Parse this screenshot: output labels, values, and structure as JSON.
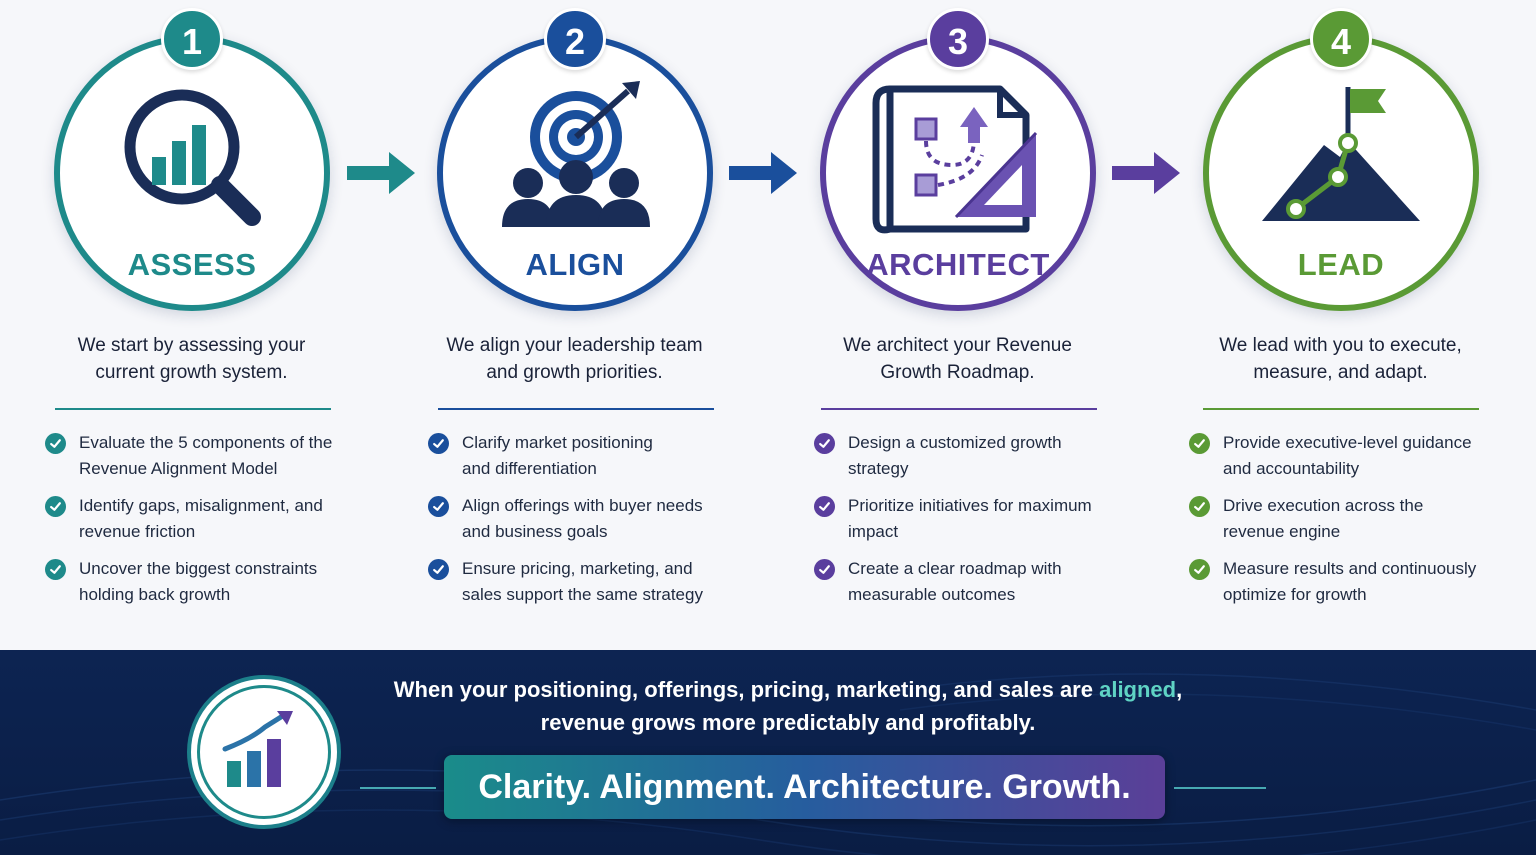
{
  "colors": {
    "teal": "#1e8a8a",
    "blue": "#1a4f9c",
    "purple": "#5a3e9e",
    "green": "#5a9a35",
    "navy": "#0d2452"
  },
  "steps": [
    {
      "number": "1",
      "title": "ASSESS",
      "icon": "magnifier-bar-chart-icon",
      "description_line1": "We start by assessing your",
      "description_line2": "current growth system.",
      "bullets": [
        {
          "line1": "Evaluate the 5 components of the",
          "line2": "Revenue Alignment Model"
        },
        {
          "line1": "Identify gaps, misalignment, and",
          "line2": "revenue friction"
        },
        {
          "line1": "Uncover the biggest constraints",
          "line2": "holding back growth"
        }
      ]
    },
    {
      "number": "2",
      "title": "ALIGN",
      "icon": "target-team-icon",
      "description_line1": "We align your leadership team",
      "description_line2": "and growth priorities.",
      "bullets": [
        {
          "line1": "Clarify market positioning",
          "line2": "and differentiation"
        },
        {
          "line1": "Align offerings with buyer needs",
          "line2": "and business goals"
        },
        {
          "line1": "Ensure pricing, marketing, and",
          "line2": "sales support the same strategy"
        }
      ]
    },
    {
      "number": "3",
      "title": "ARCHITECT",
      "icon": "blueprint-icon",
      "description_line1": "We architect your Revenue",
      "description_line2": "Growth Roadmap.",
      "bullets": [
        {
          "line1": "Design a customized growth",
          "line2": "strategy"
        },
        {
          "line1": "Prioritize initiatives for maximum",
          "line2": "impact"
        },
        {
          "line1": "Create a clear roadmap with",
          "line2": "measurable outcomes"
        }
      ]
    },
    {
      "number": "4",
      "title": "LEAD",
      "icon": "mountain-flag-icon",
      "description_line1": "We lead with you to execute,",
      "description_line2": "measure, and adapt.",
      "bullets": [
        {
          "line1": "Provide executive-level guidance",
          "line2": "and accountability"
        },
        {
          "line1": "Drive execution across the",
          "line2": "revenue engine"
        },
        {
          "line1": "Measure results and continuously",
          "line2": "optimize for growth"
        }
      ]
    }
  ],
  "footer": {
    "icon": "growth-chart-icon",
    "line1_before": "When your positioning, offerings, pricing, marketing, and sales are ",
    "line1_highlight": "aligned",
    "line1_after": ",",
    "line2": "revenue grows more predictably and profitably.",
    "tagline": "Clarity. Alignment. Architecture. Growth."
  }
}
